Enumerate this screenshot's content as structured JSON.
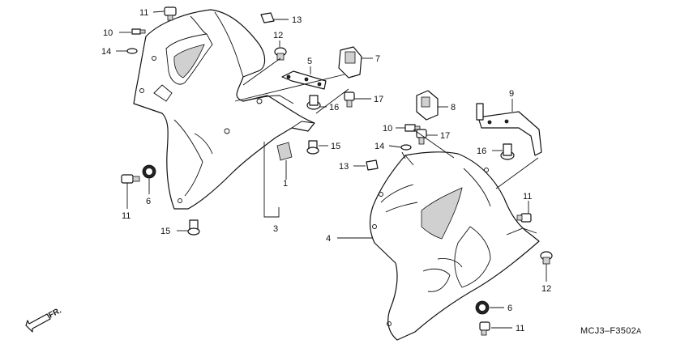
{
  "diagram_code": "MCJ3–F3502",
  "diagram_code_suffix": "A",
  "direction_label": "FR.",
  "callouts": {
    "c11a": "11",
    "c13a": "13",
    "c10a": "10",
    "c12a": "12",
    "c14a": "14",
    "c5": "5",
    "c7": "7",
    "c16a": "16",
    "c17a": "17",
    "c8": "8",
    "c9": "9",
    "c15a": "15",
    "c1": "1",
    "c10b": "10",
    "c17b": "17",
    "c14b": "14",
    "c13b": "13",
    "c16b": "16",
    "c11b": "11",
    "c6a": "6",
    "c3": "3",
    "c11c": "11",
    "c15b": "15",
    "c4": "4",
    "c12b": "12",
    "c6b": "6",
    "c11d": "11"
  }
}
